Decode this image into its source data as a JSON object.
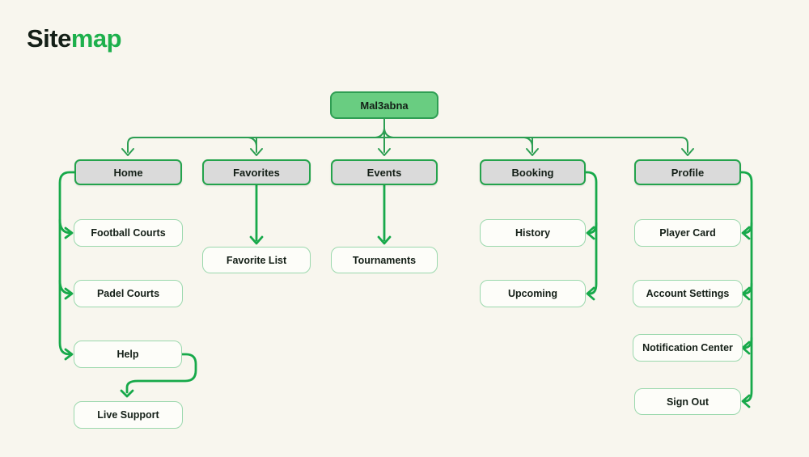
{
  "title": {
    "primary": "Site",
    "accent": "map"
  },
  "colors": {
    "background": "#f8f6ee",
    "line_green": "#17a94a",
    "bus_green": "#2c9e52",
    "root_fill": "#69cd81",
    "root_border": "#2f9e53",
    "l1_fill": "#dadada",
    "l1_border": "#24a34c",
    "l2_fill": "#fdfdf9",
    "l2_border": "#9bd8ad",
    "text": "#141f17",
    "accent_green": "#1db04c"
  },
  "sitemap": {
    "root": {
      "label": "Mal3abna"
    },
    "level1": [
      {
        "id": "home",
        "label": "Home"
      },
      {
        "id": "favorites",
        "label": "Favorites"
      },
      {
        "id": "events",
        "label": "Events"
      },
      {
        "id": "booking",
        "label": "Booking"
      },
      {
        "id": "profile",
        "label": "Profile"
      }
    ],
    "level2": [
      {
        "id": "football-courts",
        "label": "Football Courts",
        "parent": "Home"
      },
      {
        "id": "padel-courts",
        "label": "Padel Courts",
        "parent": "Home"
      },
      {
        "id": "help",
        "label": "Help",
        "parent": "Home"
      },
      {
        "id": "live-support",
        "label": "Live Support",
        "parent": "Help"
      },
      {
        "id": "favorite-list",
        "label": "Favorite List",
        "parent": "Favorites"
      },
      {
        "id": "tournaments",
        "label": "Tournaments",
        "parent": "Events"
      },
      {
        "id": "history",
        "label": "History",
        "parent": "Booking"
      },
      {
        "id": "upcoming",
        "label": "Upcoming",
        "parent": "Booking"
      },
      {
        "id": "player-card",
        "label": "Player Card",
        "parent": "Profile"
      },
      {
        "id": "account-settings",
        "label": "Account Settings",
        "parent": "Profile"
      },
      {
        "id": "notification-center",
        "label": "Notification Center",
        "parent": "Profile"
      },
      {
        "id": "sign-out",
        "label": "Sign Out",
        "parent": "Profile"
      }
    ]
  }
}
